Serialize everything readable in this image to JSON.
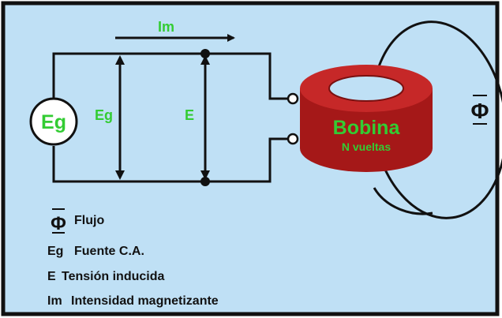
{
  "colors": {
    "background": "#bfe0f5",
    "border": "#111111",
    "wire": "#111111",
    "label_green": "#33cc33",
    "coil_body": "#a51818",
    "coil_top": "#c62828"
  },
  "source": {
    "symbol": "Eg"
  },
  "labels": {
    "current": "Im",
    "source_voltage": "Eg",
    "induced_voltage": "E",
    "flux_symbol": "Φ"
  },
  "coil": {
    "name": "Bobina",
    "turns": "N vueltas"
  },
  "legend": [
    {
      "symbol": "Φ",
      "text": "Flujo"
    },
    {
      "symbol": "Eg",
      "text": "Fuente C.A."
    },
    {
      "symbol": "E",
      "text": "Tensión inducida"
    },
    {
      "symbol": "Im",
      "text": "Intensidad magnetizante"
    }
  ]
}
